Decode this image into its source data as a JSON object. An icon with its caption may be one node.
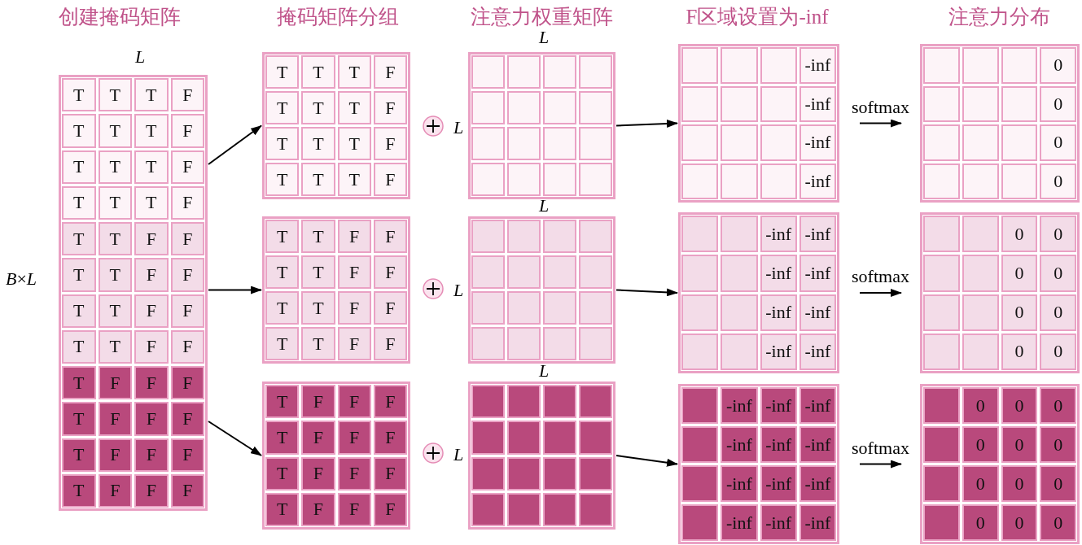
{
  "diagram": {
    "nodes": [
      {
        "text": [
          "T",
          "T",
          "T",
          "F",
          "T",
          "T",
          "T",
          "F",
          "T",
          "T",
          "T",
          "F",
          "T",
          "T",
          "T",
          "F",
          "T",
          "T",
          "F",
          "F",
          "T",
          "T",
          "F",
          "F",
          "T",
          "T",
          "F",
          "F",
          "T",
          "T",
          "F",
          "F",
          "T",
          "F",
          "F",
          "F",
          "T",
          "F",
          "F",
          "F",
          "T",
          "F",
          "F",
          "F",
          "T",
          "F",
          "F",
          "F"
        ]
      },
      {
        "text": [
          "T",
          "T",
          "T",
          "F",
          "T",
          "T",
          "T",
          "F",
          "T",
          "T",
          "T",
          "F",
          "T",
          "T",
          "T",
          "F"
        ]
      },
      {
        "text": [
          "T",
          "T",
          "F",
          "F",
          "T",
          "T",
          "F",
          "F",
          "T",
          "T",
          "F",
          "F",
          "T",
          "T",
          "F",
          "F"
        ]
      },
      {
        "text": [
          "T",
          "F",
          "F",
          "F",
          "T",
          "F",
          "F",
          "F",
          "T",
          "F",
          "F",
          "F",
          "T",
          "F",
          "F",
          "F"
        ]
      },
      {
        "text": [],
        "shape": "box"
      },
      {
        "text": [],
        "shape": "box"
      },
      {
        "text": [],
        "shape": "box"
      },
      {
        "text": [
          "-inf",
          "-inf",
          "-inf",
          "-inf"
        ]
      },
      {
        "text": [
          "-inf",
          "-inf",
          "-inf",
          "-inf",
          "-inf",
          "-inf",
          "-inf",
          "-inf"
        ]
      },
      {
        "text": [
          "-inf",
          "-inf",
          "-inf",
          "-inf",
          "-inf",
          "-inf",
          "-inf",
          "-inf",
          "-inf",
          "-inf",
          "-inf",
          "-inf"
        ]
      },
      {
        "text": [
          "0",
          "0",
          "0",
          "0"
        ]
      },
      {
        "text": [
          "0",
          "0",
          "0",
          "0",
          "0",
          "0",
          "0",
          "0"
        ]
      },
      {
        "text": [
          "0",
          "0",
          "0",
          "0",
          "0",
          "0",
          "0",
          "0",
          "0",
          "0",
          "0",
          "0"
        ]
      }
    ],
    "edges": [
      {
        "from": 0,
        "to": 1,
        "arrow": "to"
      },
      {
        "from": 0,
        "to": 2,
        "arrow": "to"
      },
      {
        "from": 0,
        "to": 3,
        "arrow": "to"
      },
      {
        "from": 4,
        "to": 7,
        "arrow": "to"
      },
      {
        "from": 5,
        "to": 8,
        "arrow": "to"
      },
      {
        "from": 6,
        "to": 9,
        "arrow": "to"
      },
      {
        "from": 7,
        "to": 10,
        "label": "softmax",
        "arrow": "to"
      },
      {
        "from": 8,
        "to": 11,
        "label": "softmax",
        "arrow": "to"
      },
      {
        "from": 9,
        "to": 12,
        "label": "softmax",
        "arrow": "to"
      }
    ],
    "labels": [
      "创建掩码矩阵",
      "掩码矩阵分组",
      "注意力权重矩阵",
      "F区域设置为-inf",
      "注意力分布",
      "*L*",
      "*L*",
      "*L*",
      "*B*×*L*",
      "*L*",
      "*L*",
      "*L*",
      "*L*"
    ]
  }
}
